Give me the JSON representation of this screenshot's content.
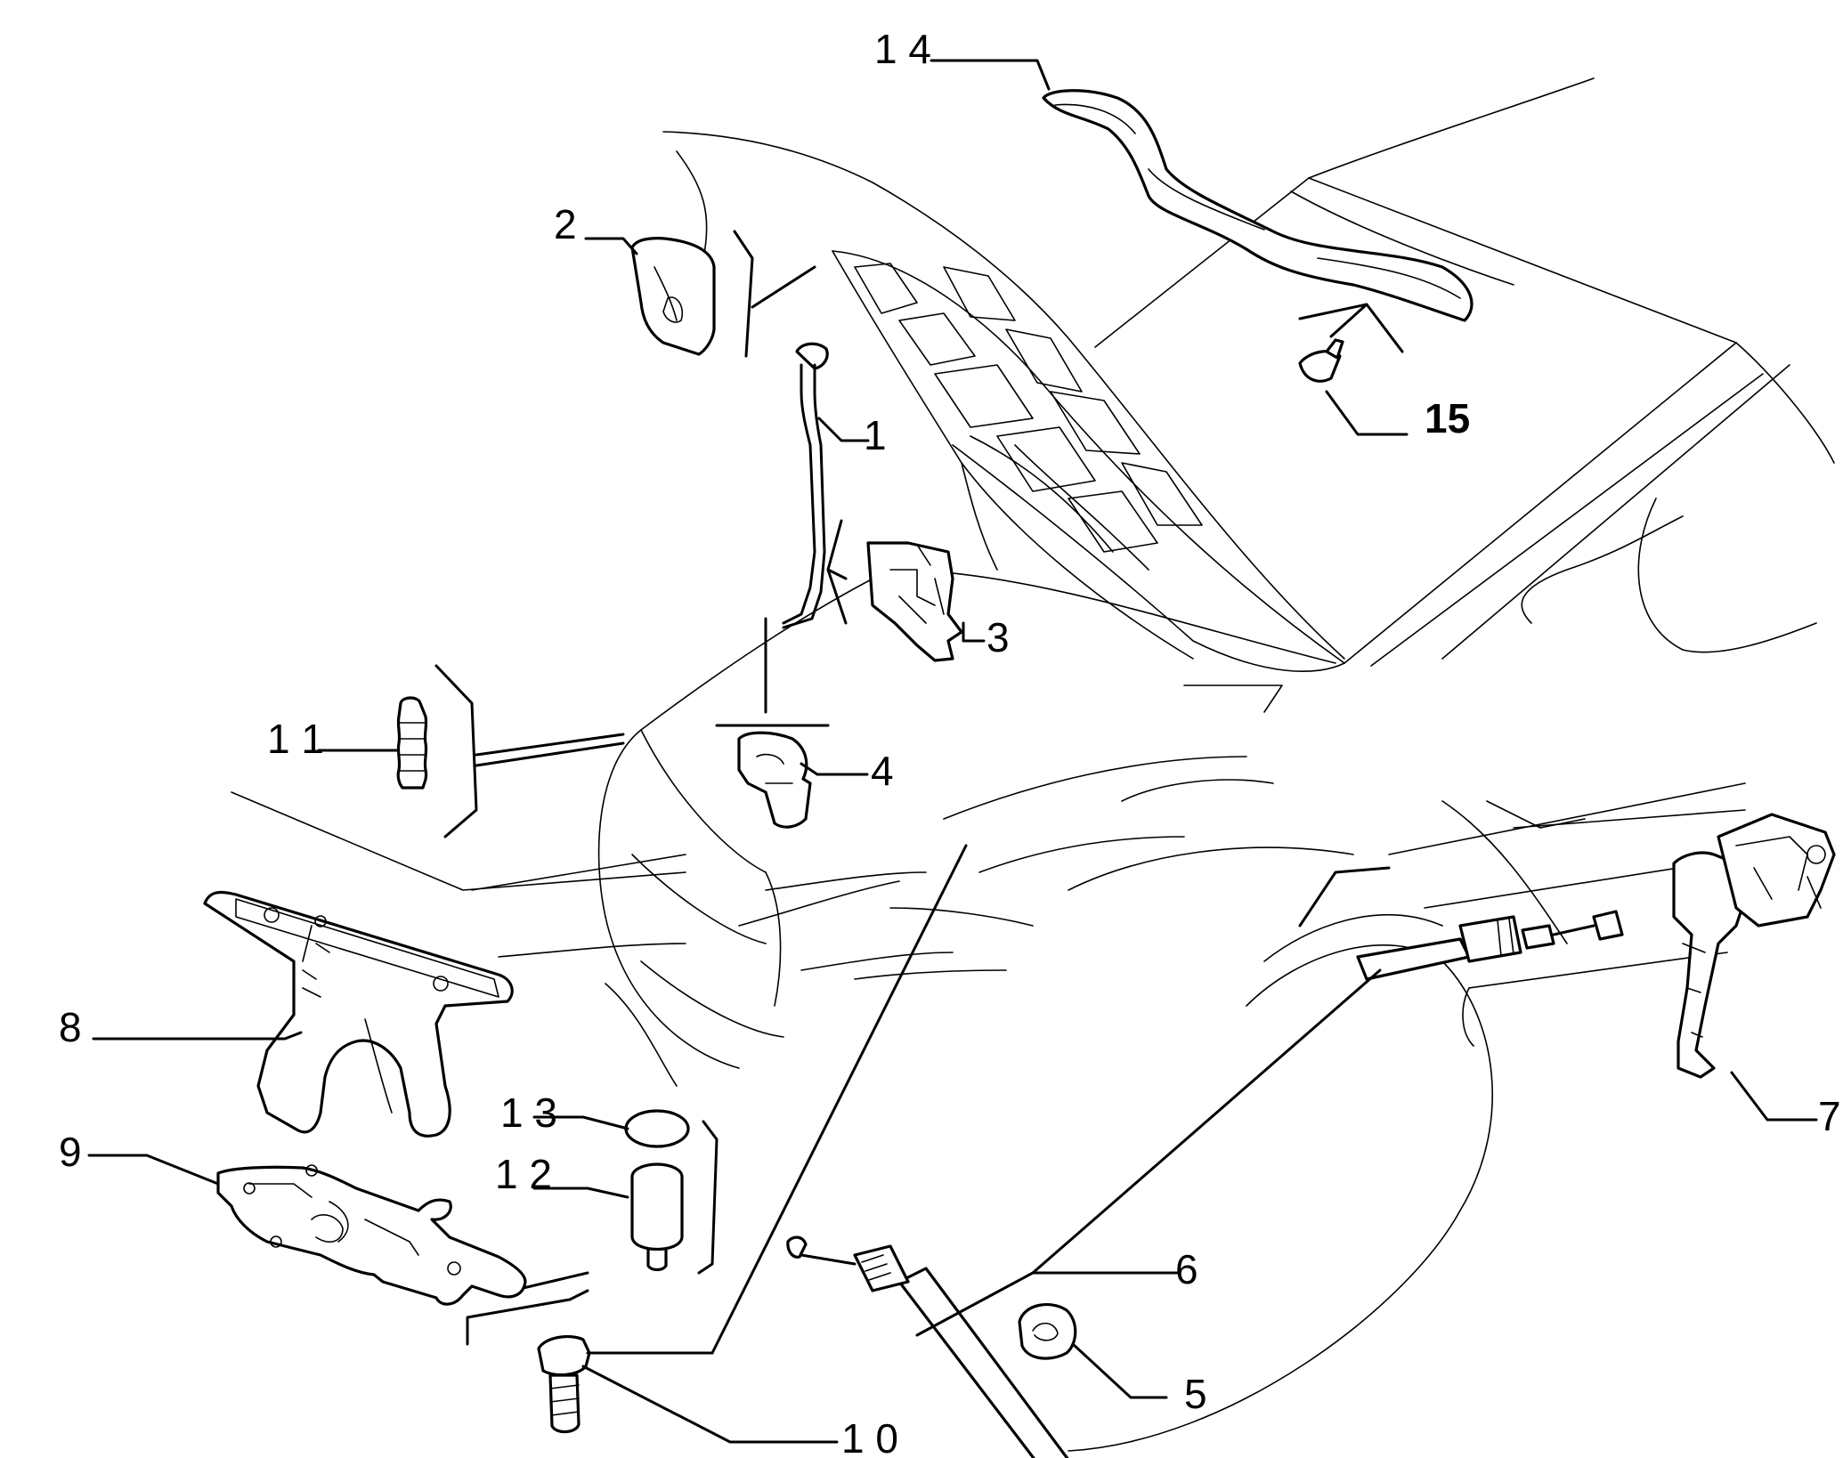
{
  "diagram": {
    "callouts": {
      "c1": "1",
      "c2": "2",
      "c3": "3",
      "c4": "4",
      "c5": "5",
      "c6": "6",
      "c7": "7",
      "c8": "8",
      "c9": "9",
      "c10": "1 0",
      "c11": "1 1",
      "c12": "1 2",
      "c13": "1 3",
      "c14": "1 4",
      "c15": "15"
    }
  }
}
